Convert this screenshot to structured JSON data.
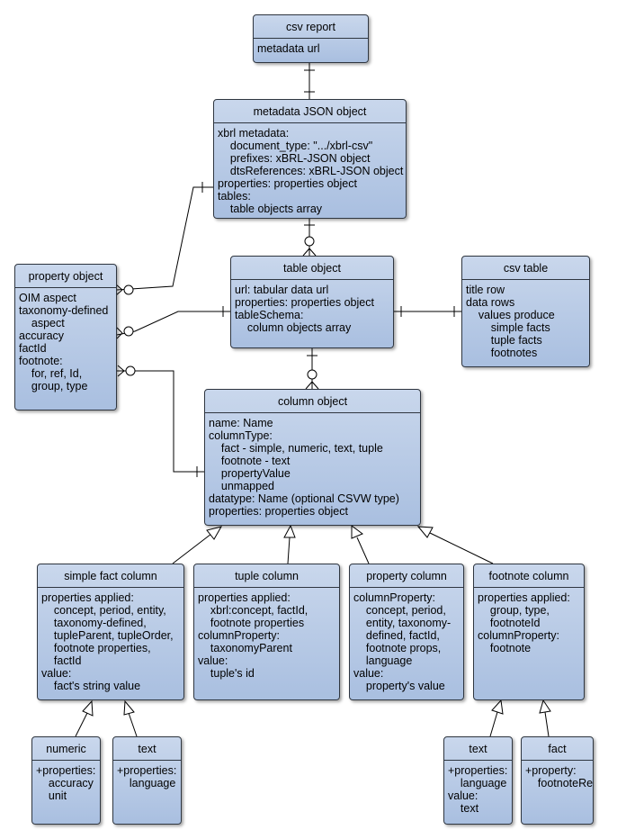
{
  "nodes": {
    "csv_report": {
      "title": "csv report",
      "lines": [
        "metadata url"
      ]
    },
    "metadata_json": {
      "title": "metadata JSON object",
      "lines": [
        "xbrl metadata:",
        "    document_type: \".../xbrl-csv\"",
        "    prefixes: xBRL-JSON object",
        "    dtsReferences: xBRL-JSON object",
        "properties: properties object",
        "tables:",
        "    table objects array"
      ]
    },
    "property_object": {
      "title": "property object",
      "lines": [
        "OIM aspect",
        "taxonomy-defined",
        "    aspect",
        "accuracy",
        "factId",
        "footnote:",
        "    for, ref, Id,",
        "    group, type"
      ]
    },
    "table_object": {
      "title": "table object",
      "lines": [
        "url: tabular data url",
        "properties: properties object",
        "tableSchema:",
        "    column objects array"
      ]
    },
    "csv_table": {
      "title": "csv table",
      "lines": [
        "title row",
        "data rows",
        "    values produce",
        "        simple facts",
        "        tuple facts",
        "        footnotes"
      ]
    },
    "column_object": {
      "title": "column object",
      "lines": [
        "name: Name",
        "columnType:",
        "    fact - simple, numeric, text, tuple",
        "    footnote - text",
        "    propertyValue",
        "    unmapped",
        "datatype: Name (optional CSVW type)",
        "properties: properties object"
      ]
    },
    "simple_fact_column": {
      "title": "simple fact column",
      "lines": [
        "properties applied:",
        "    concept, period, entity,",
        "    taxonomy-defined,",
        "    tupleParent, tupleOrder,",
        "    footnote properties,",
        "    factId",
        "value:",
        "    fact's string value"
      ]
    },
    "tuple_column": {
      "title": "tuple column",
      "lines": [
        "properties applied:",
        "    xbrl:concept, factId,",
        "    footnote properties",
        "columnProperty:",
        "    taxonomyParent",
        "value:",
        "    tuple's id"
      ]
    },
    "property_column": {
      "title": "property column",
      "lines": [
        "columnProperty:",
        "    concept, period,",
        "    entity, taxonomy-",
        "    defined, factId,",
        "    footnote props,",
        "    language",
        "value:",
        "    property's value"
      ]
    },
    "footnote_column": {
      "title": "footnote column",
      "lines": [
        "properties applied:",
        "    group, type,",
        "    footnoteId",
        "columnProperty:",
        "    footnote"
      ]
    },
    "numeric": {
      "title": "numeric",
      "lines": [
        "+properties:",
        "    accuracy",
        "    unit"
      ]
    },
    "text_fact": {
      "title": "text",
      "lines": [
        "+properties:",
        "    language"
      ]
    },
    "text_footnote": {
      "title": "text",
      "lines": [
        "+properties:",
        "    language",
        "value:",
        "    text"
      ]
    },
    "fact": {
      "title": "fact",
      "lines": [
        "+property:",
        "    footnoteRef"
      ]
    }
  },
  "colors": {
    "node_top": "#c9d7ec",
    "node_bottom": "#a9bfe0",
    "border": "#2f3640",
    "line": "#000000"
  }
}
